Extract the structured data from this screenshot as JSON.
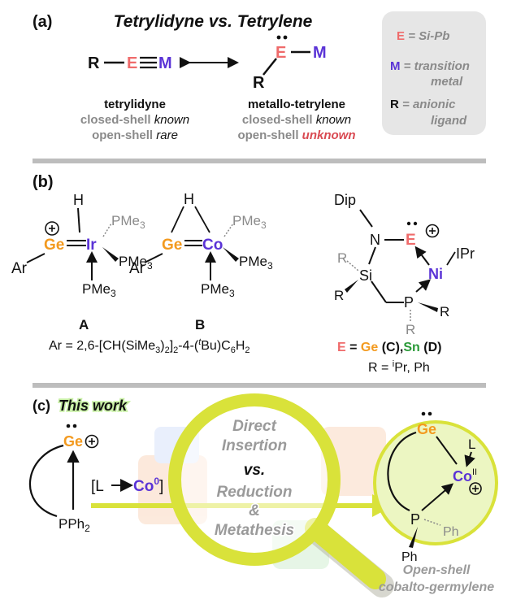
{
  "colors": {
    "element": "#ef6b6b",
    "ge": "#f39a1f",
    "co": "#5a33d6",
    "ni": "#5a33d6",
    "sn": "#2a9a38",
    "unknown": "#d94a52",
    "gray": "#8a8a8a",
    "box_bg": "#e6e6e6",
    "divider": "#bdbdbd",
    "lens": "#d9e23a",
    "cobalt_circle": "#ecf6c2"
  },
  "panel_a": {
    "label": "(a)",
    "title": "Tetrylidyne vs. Tetrylene",
    "tetrylidyne": {
      "R": "R",
      "E": "E",
      "M": "M",
      "name": "tetrylidyne",
      "closed_shell": "closed-shell",
      "closed_known": "known",
      "open_shell": "open-shell",
      "open_status": "rare"
    },
    "tetrylene": {
      "R": "R",
      "E": "E",
      "M": "M",
      "name": "metallo-tetrylene",
      "closed_shell": "closed-shell",
      "closed_known": "known",
      "open_shell": "open-shell",
      "open_status": "unknown"
    },
    "legend": {
      "e_key": "E",
      "e_val": "= Si-Pb",
      "m_key": "M",
      "m_val1": "= transition",
      "m_val2": "metal",
      "r_key": "R",
      "r_val1": "= anionic",
      "r_val2": "ligand"
    }
  },
  "panel_b": {
    "label": "(b)",
    "A": {
      "H": "H",
      "Ge": "Ge",
      "Ir": "Ir",
      "Ar": "Ar",
      "pme3_top": "PMe",
      "pme3_mid": "PMe",
      "pme3_bot": "PMe",
      "sub3": "3",
      "compound": "A"
    },
    "B": {
      "H": "H",
      "Ge": "Ge",
      "Co": "Co",
      "Ar": "Ar",
      "pme3_top": "PMe",
      "pme3_mid": "PMe",
      "pme3_bot": "PMe",
      "sub3": "3",
      "compound": "B"
    },
    "ar_def": {
      "p1": "Ar = 2,6-[CH(SiMe",
      "s1": "3",
      "p2": ")",
      "s2": "2",
      "p3": "]",
      "s3": "2",
      "p4": "-4-(",
      "sup_t": "t",
      "p5": "Bu)C",
      "s4": "6",
      "p6": "H",
      "s5": "2"
    },
    "C": {
      "Dip": "Dip",
      "N": "N",
      "E": "E",
      "IPr": "IPr",
      "Ni": "Ni",
      "Si": "Si",
      "P": "P",
      "R1": "R",
      "R2": "R",
      "R3": "R",
      "R4": "R",
      "e_eq": "E",
      "eq": " = ",
      "ge": "Ge",
      "c_lbl": " (C),",
      "sn": "Sn",
      "d_lbl": " (D)",
      "r_def_a": "R = ",
      "r_def_sup": "i",
      "r_def_b": "Pr, Ph"
    }
  },
  "panel_c": {
    "label": "(c)",
    "this_work": "This work",
    "reactant": {
      "Ge": "Ge",
      "PPh": "PPh",
      "sub2": "2"
    },
    "reagent": {
      "open": "[L",
      "co": "Co",
      "sup0": "0",
      "close": "]"
    },
    "lens_text": [
      "Direct",
      "Insertion",
      "vs.",
      "Reduction",
      "&",
      "Metathesis"
    ],
    "product": {
      "Ge": "Ge",
      "L": "L",
      "Co": "Co",
      "sup": "II",
      "P": "P",
      "Ph1": "Ph",
      "Ph2": "Ph"
    },
    "caption_1": "Open-shell",
    "caption_2": "cobalto-germylene"
  }
}
